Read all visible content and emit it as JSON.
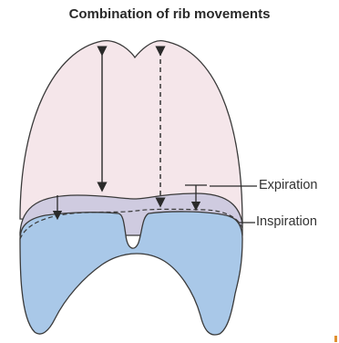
{
  "title": "Combination of rib movements",
  "labels": {
    "expiration": "Expiration",
    "inspiration": "Inspiration"
  },
  "colors": {
    "chest": "#f5e6ea",
    "expiration_dome": "#cfcbe0",
    "inspiration_dome": "#a9c8e8",
    "outline": "#3a3a3a"
  }
}
